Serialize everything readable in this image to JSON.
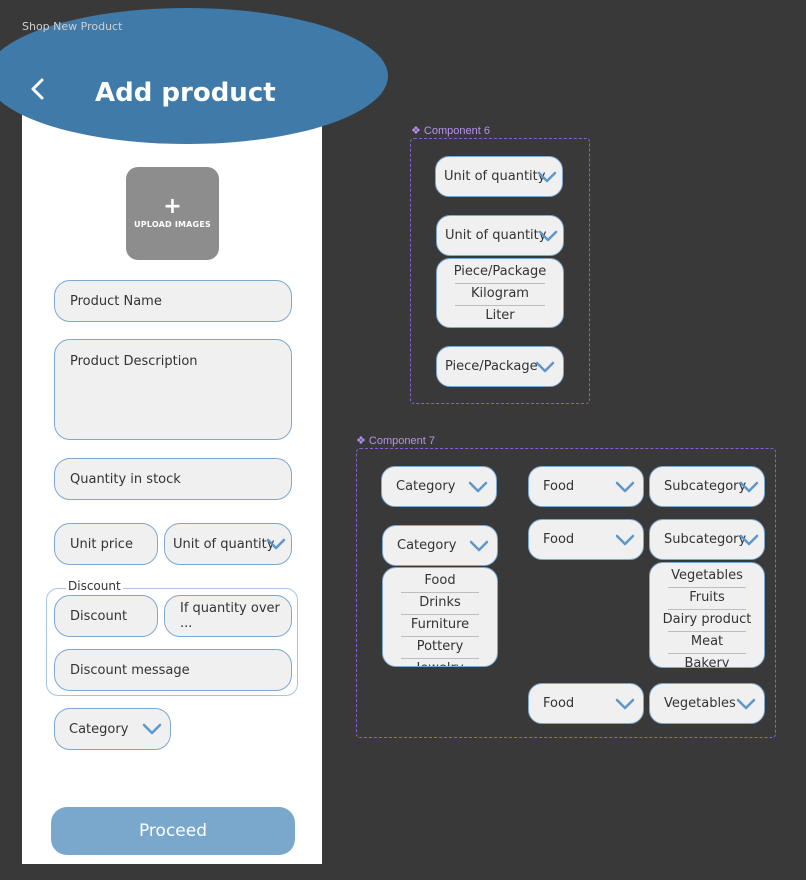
{
  "frame_label": "Shop New Product",
  "header": {
    "title": "Add product"
  },
  "upload": {
    "plus": "+",
    "label": "UPLOAD IMAGES"
  },
  "form": {
    "product_name": "Product Name",
    "product_description": "Product Description",
    "quantity_in_stock": "Quantity in stock",
    "unit_price": "Unit price",
    "unit_of_quantity": "Unit of quantity",
    "discount_legend": "Discount",
    "discount": "Discount",
    "if_quantity_over": "If quantity over ...",
    "discount_message": "Discount message",
    "category": "Category",
    "proceed": "Proceed"
  },
  "component6": {
    "label": "❖ Component 6",
    "closed": "Unit of quantity",
    "open": "Unit of quantity",
    "options": [
      "Piece/Package",
      "Kilogram",
      "Liter"
    ],
    "selected": "Piece/Package"
  },
  "component7": {
    "label": "❖ Component 7",
    "category_closed": "Category",
    "category_open": "Category",
    "category_options": [
      "Food",
      "Drinks",
      "Furniture",
      "Pottery",
      "Jewelry"
    ],
    "food_1": "Food",
    "subcategory_1": "Subcategory",
    "food_2": "Food",
    "subcategory_2": "Subcategory",
    "subcategory_options": [
      "Vegetables",
      "Fruits",
      "Dairy product",
      "Meat",
      "Bakery"
    ],
    "food_3": "Food",
    "selected_subcategory": "Vegetables"
  },
  "colors": {
    "header": "#3f7aa8",
    "accent": "#7aa8cc",
    "field_border": "#7ea8cf",
    "chevron": "#5e97cc",
    "component_border": "#8a5fd8"
  }
}
